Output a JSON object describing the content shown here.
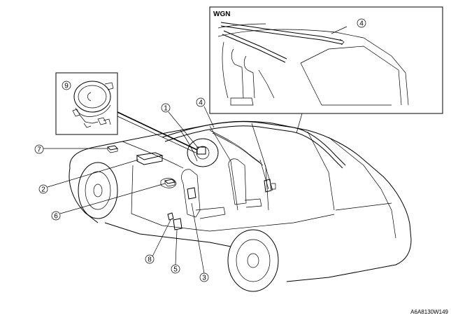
{
  "inset": {
    "label": "WGN"
  },
  "callouts": [
    {
      "id": "c1",
      "number": "1"
    },
    {
      "id": "c2",
      "number": "2"
    },
    {
      "id": "c3",
      "number": "3"
    },
    {
      "id": "c4",
      "number": "4"
    },
    {
      "id": "c4w",
      "number": "4"
    },
    {
      "id": "c5",
      "number": "5"
    },
    {
      "id": "c6",
      "number": "6"
    },
    {
      "id": "c7",
      "number": "7"
    },
    {
      "id": "c8",
      "number": "8"
    },
    {
      "id": "c9",
      "number": "9"
    }
  ],
  "figure_code": "A6A8130W149"
}
